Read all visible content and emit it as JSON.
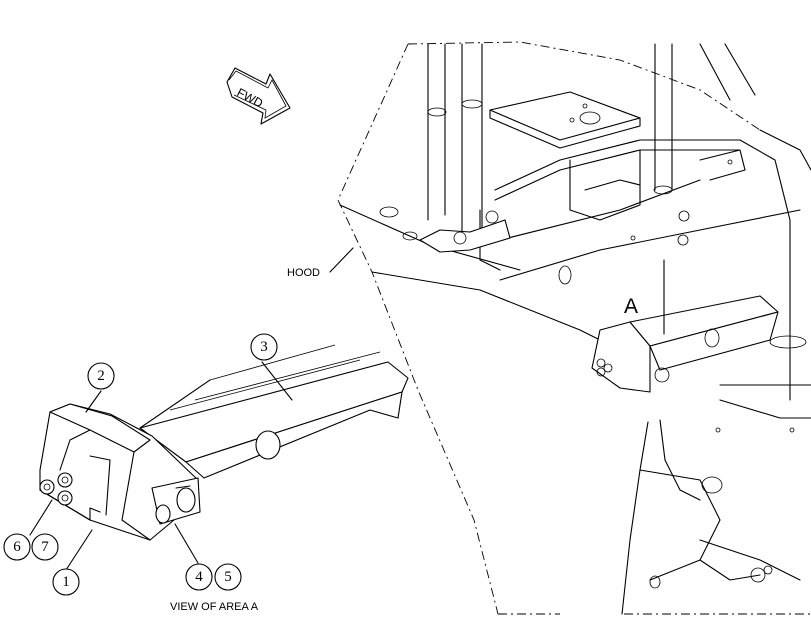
{
  "labels": {
    "fwd": "FWD",
    "hood": "HOOD",
    "view_marker": "A",
    "view_caption": "VIEW OF AREA  A"
  },
  "callouts": [
    "1",
    "2",
    "3",
    "4",
    "5",
    "6",
    "7"
  ]
}
